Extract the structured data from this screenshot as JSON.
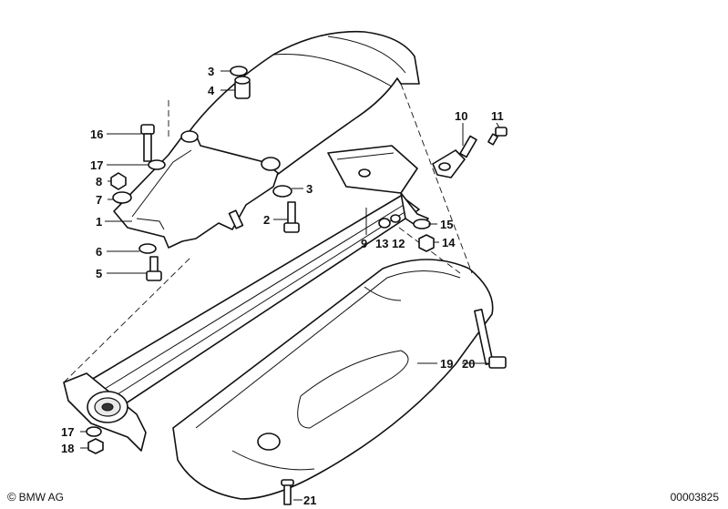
{
  "callouts": {
    "c1": "1",
    "c2": "2",
    "c3a": "3",
    "c3b": "3",
    "c4": "4",
    "c5": "5",
    "c6": "6",
    "c7": "7",
    "c8": "8",
    "c9": "9",
    "c10": "10",
    "c11": "11",
    "c12": "12",
    "c13": "13",
    "c14": "14",
    "c15": "15",
    "c16": "16",
    "c17a": "17",
    "c17b": "17",
    "c18": "18",
    "c19": "19",
    "c20": "20",
    "c21": "21"
  },
  "footer": {
    "copyright_symbol": "©",
    "brand": "BMW AG",
    "document_number": "00003825"
  }
}
